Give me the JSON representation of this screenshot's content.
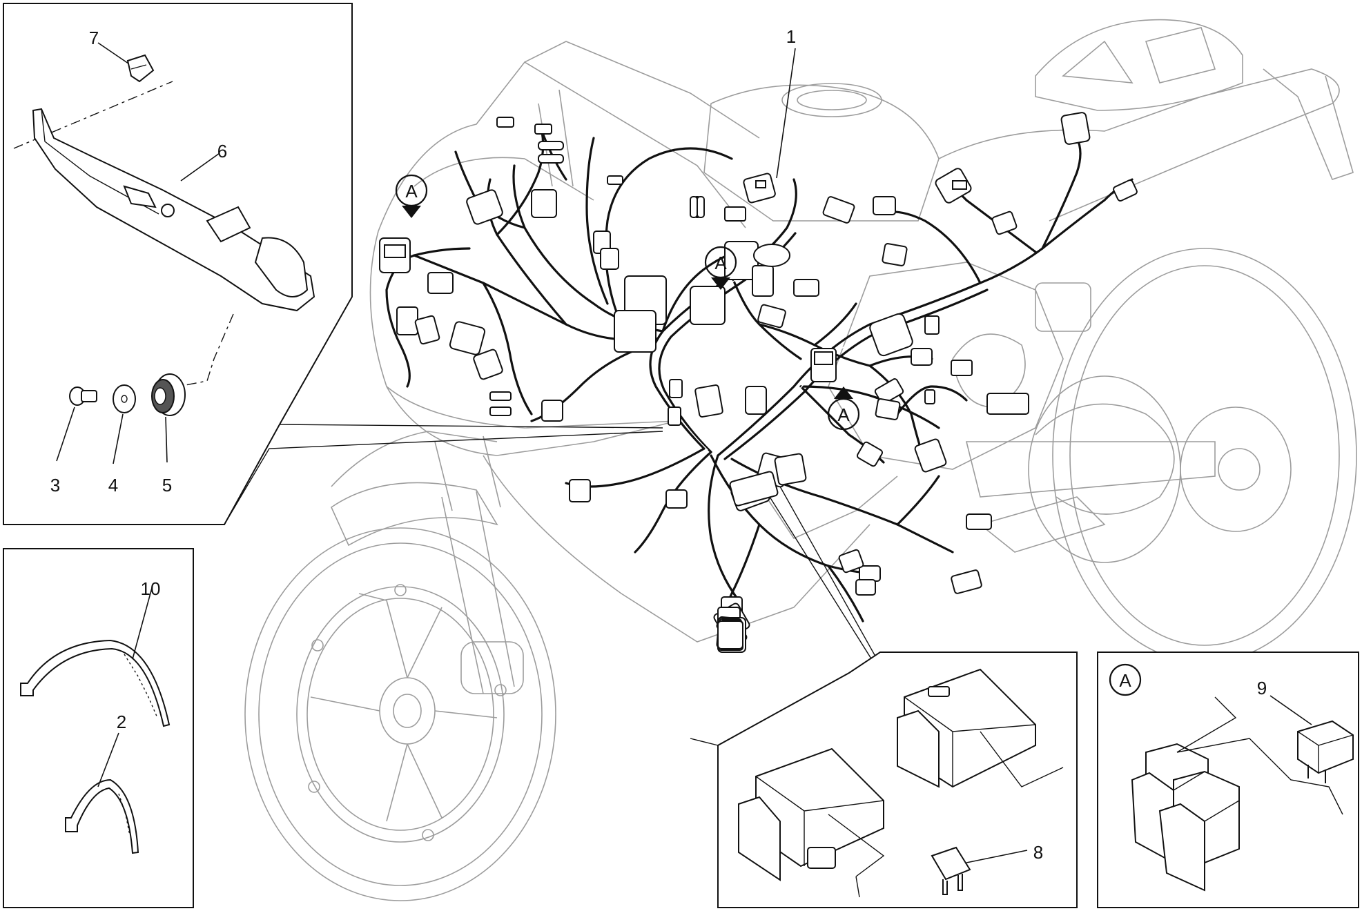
{
  "callouts": {
    "c1": "1",
    "c2": "2",
    "c3": "3",
    "c4": "4",
    "c5": "5",
    "c6": "6",
    "c7": "7",
    "c8": "8",
    "c9": "9",
    "c10": "10"
  },
  "markers": {
    "a1": "A",
    "a2": "A",
    "a3": "A",
    "a4": "A"
  },
  "colors": {
    "ink": "#111111",
    "ghost_outline": "#9c9c9c",
    "background": "#ffffff"
  }
}
